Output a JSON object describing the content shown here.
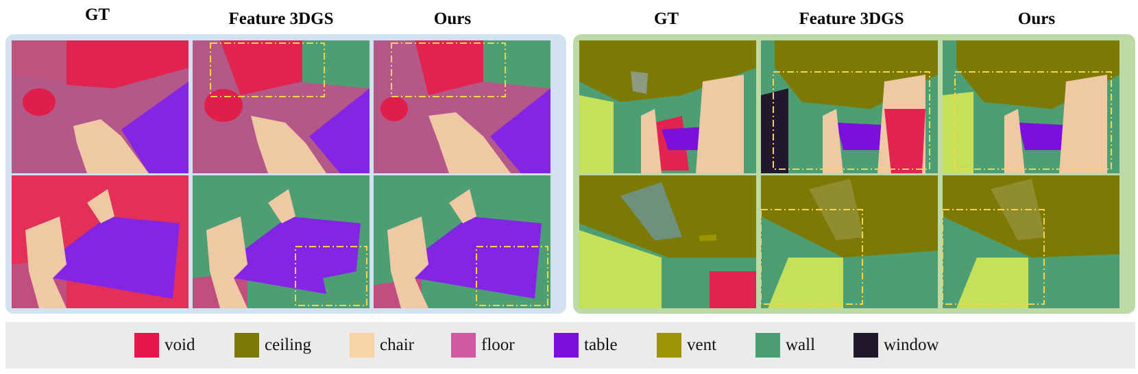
{
  "left_group": {
    "headers": [
      "GT",
      "Feature 3DGS",
      "Ours"
    ]
  },
  "right_group": {
    "headers": [
      "GT",
      "Feature 3DGS",
      "Ours"
    ]
  },
  "legend": {
    "items": [
      {
        "label": "void",
        "color": "#e5174a"
      },
      {
        "label": "ceiling",
        "color": "#7c7a04"
      },
      {
        "label": "chair",
        "color": "#f9d3a8"
      },
      {
        "label": "floor",
        "color": "#cf59a2"
      },
      {
        "label": "table",
        "color": "#7c0ede"
      },
      {
        "label": "vent",
        "color": "#9c9404"
      },
      {
        "label": "wall",
        "color": "#4e9e74"
      },
      {
        "label": "window",
        "color": "#22182e"
      }
    ]
  },
  "highlight_box_color": "#f5d54a"
}
